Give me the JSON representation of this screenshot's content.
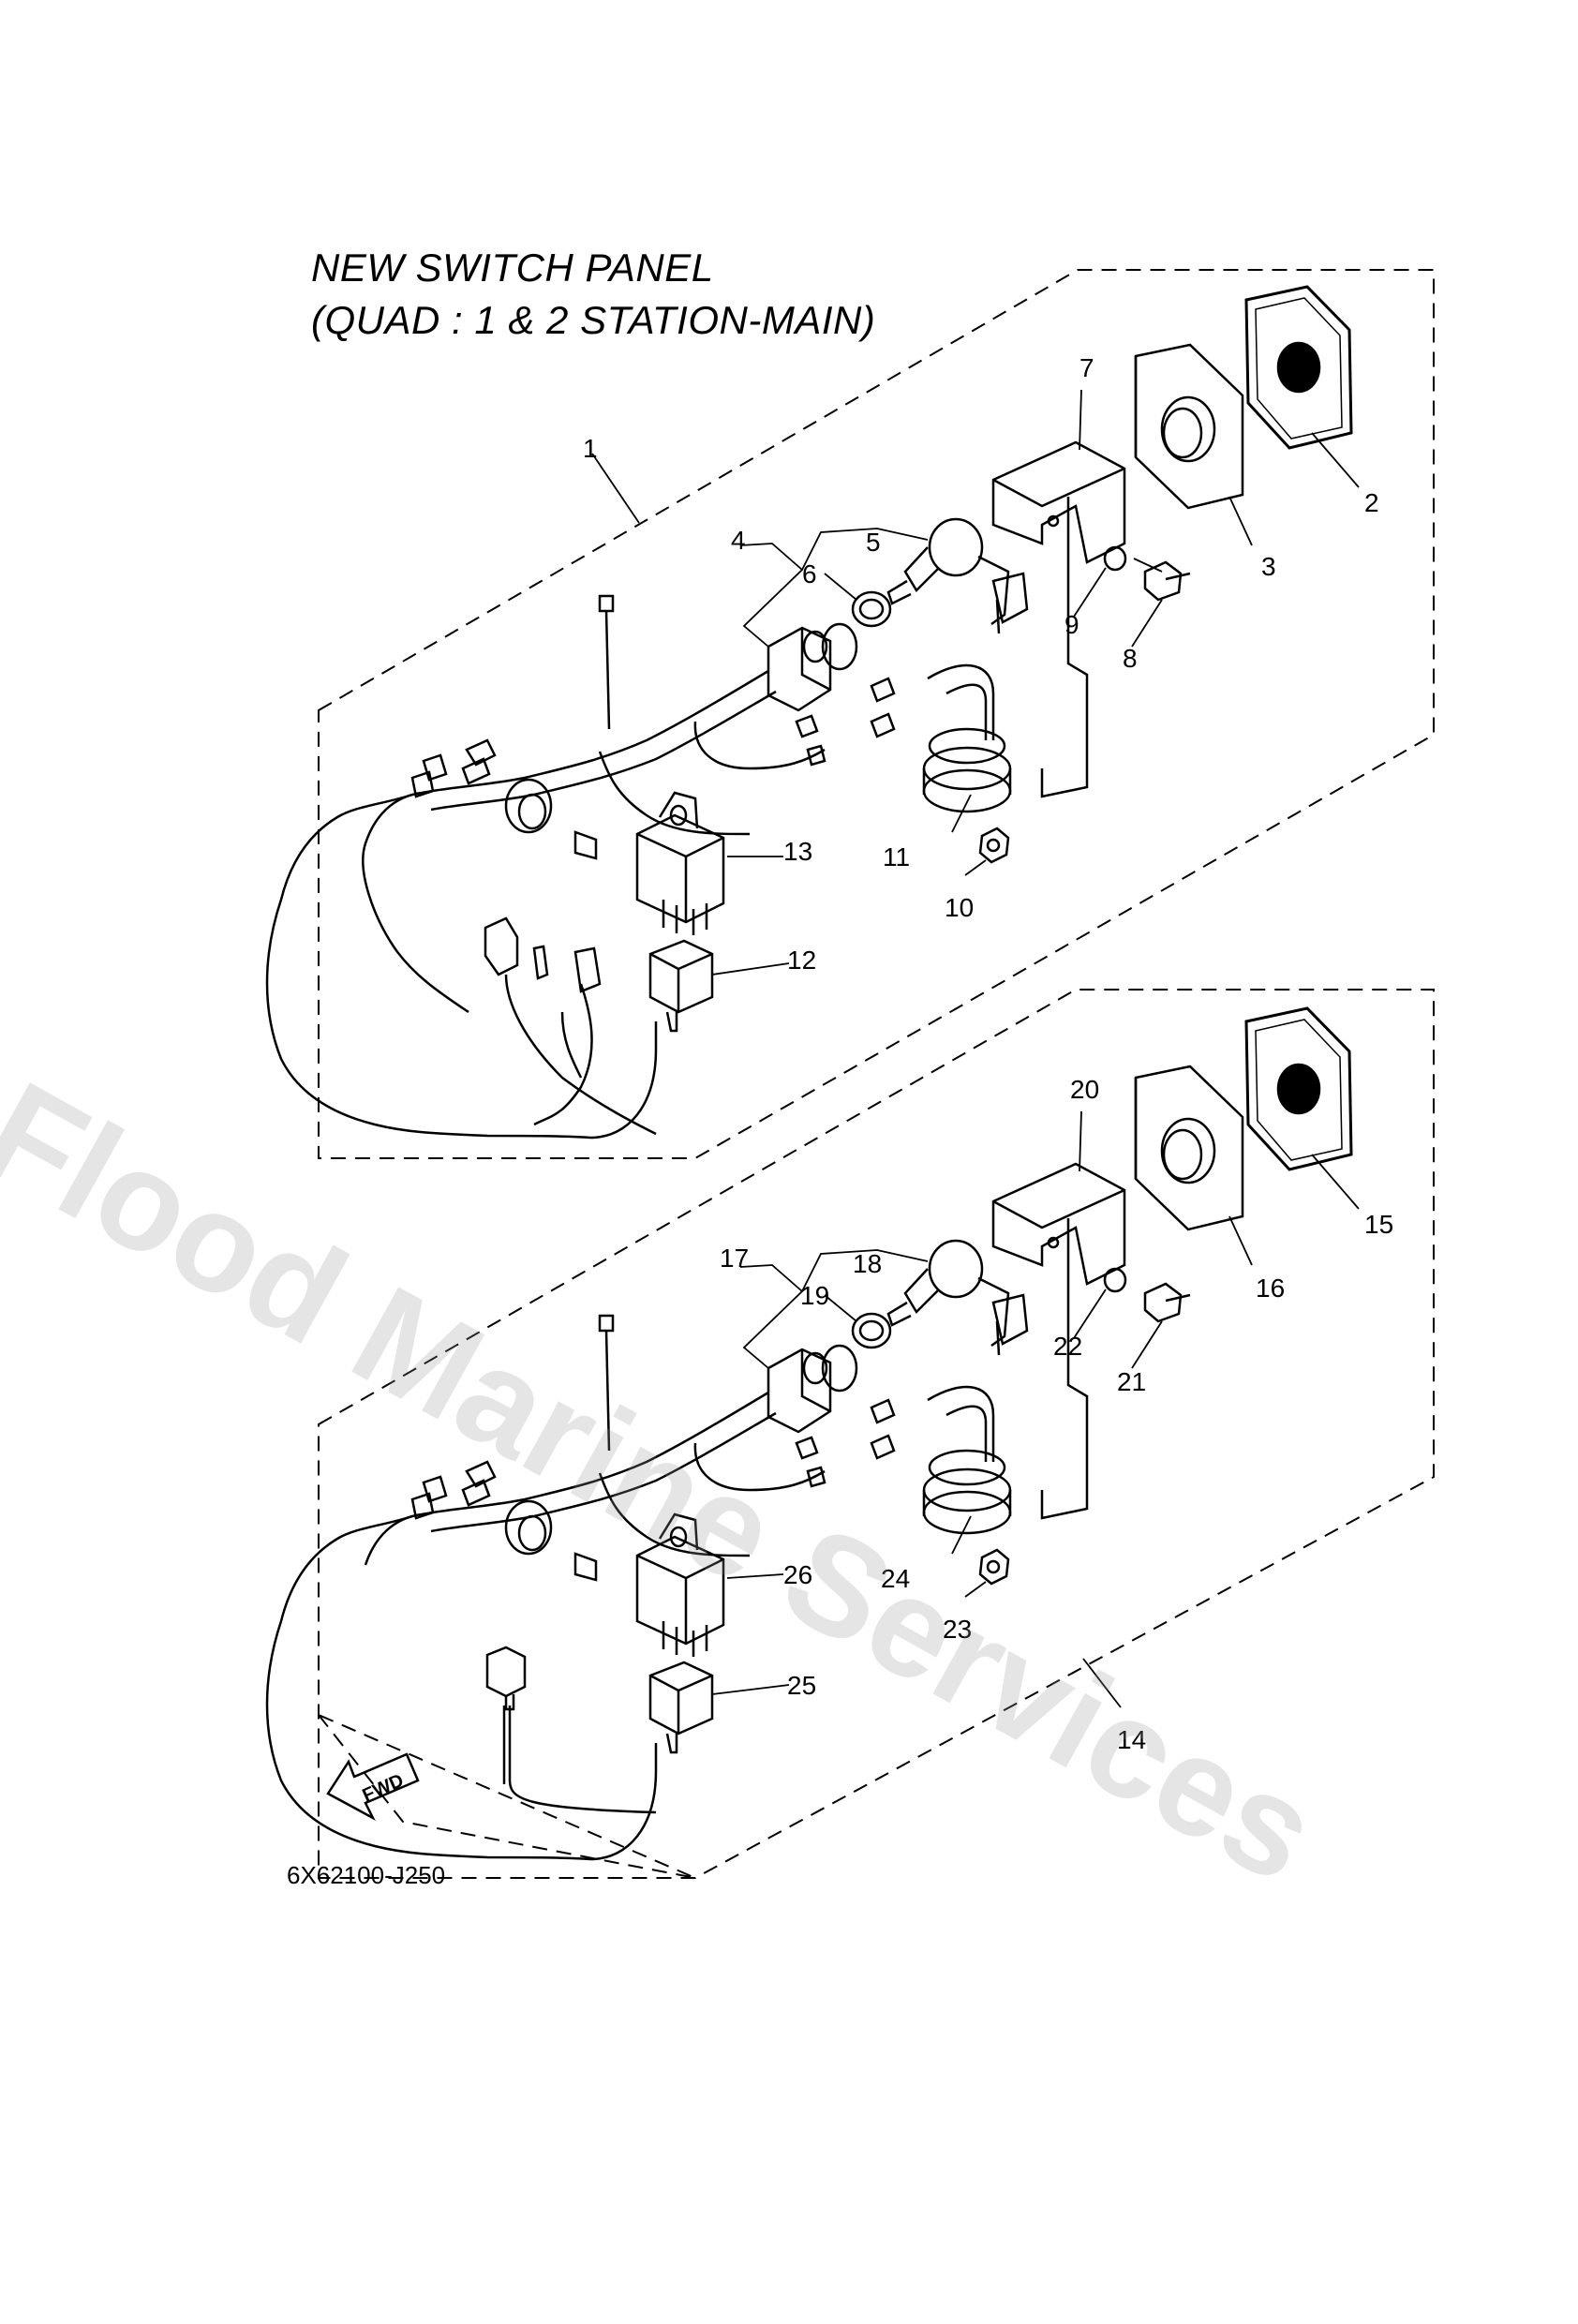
{
  "title": {
    "line1": "NEW SWITCH PANEL",
    "line2": "(QUAD : 1 & 2 STATION-MAIN)"
  },
  "diagram_code": "6X62100-J250",
  "fwd_label": "FWD",
  "watermark": "Flood Marine Services",
  "callouts": [
    "1",
    "2",
    "3",
    "4",
    "5",
    "6",
    "7",
    "8",
    "9",
    "10",
    "11",
    "12",
    "13",
    "14",
    "15",
    "16",
    "17",
    "18",
    "19",
    "20",
    "21",
    "22",
    "23",
    "24",
    "25",
    "26"
  ]
}
